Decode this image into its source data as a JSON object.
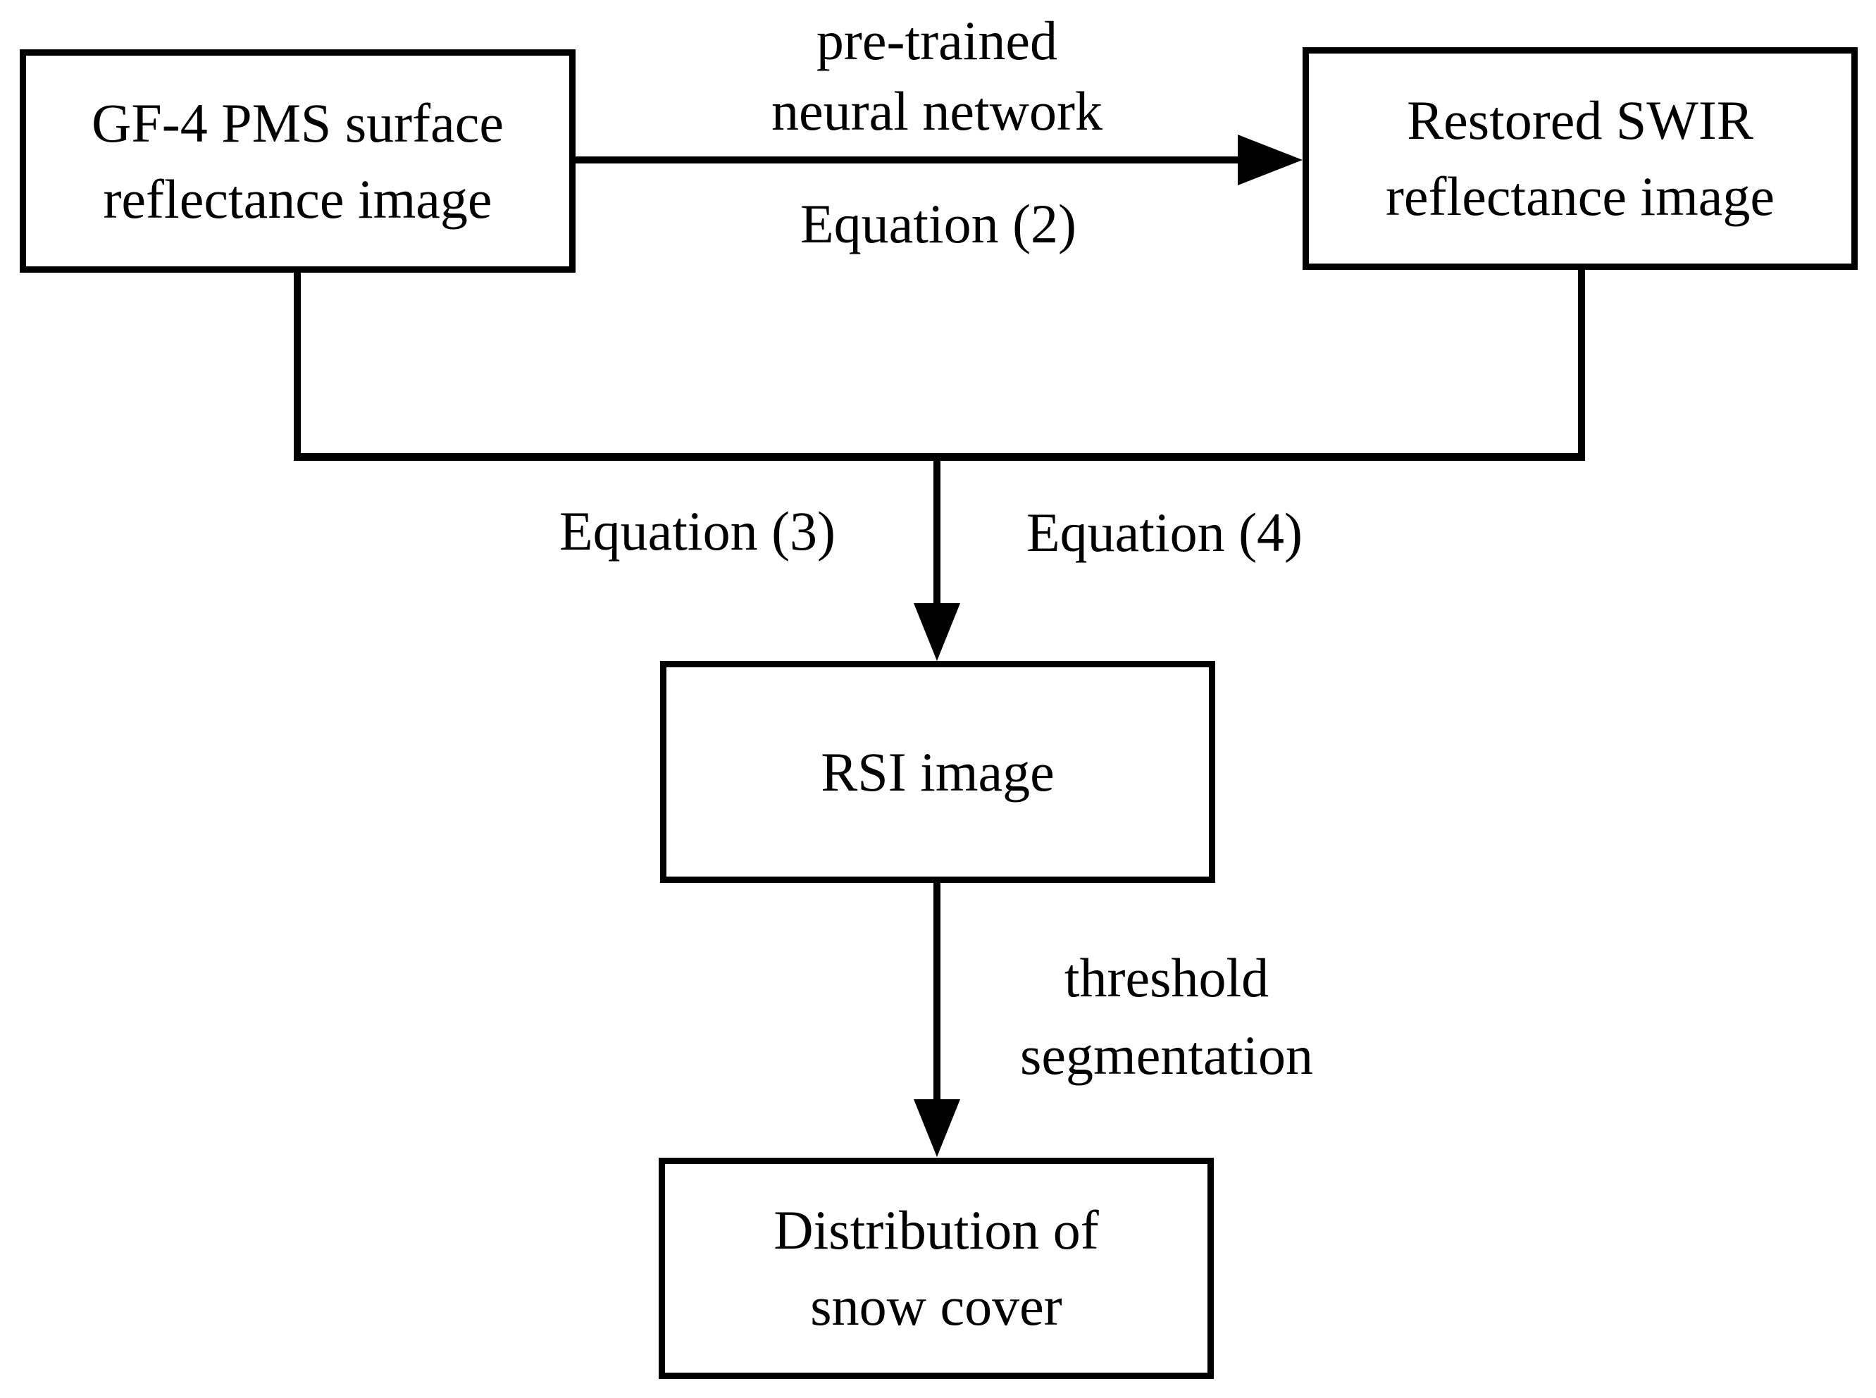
{
  "diagram": {
    "background_color": "#ffffff",
    "line_color": "#000000",
    "nodes": {
      "source": {
        "line1": "GF-4 PMS surface",
        "line2": "reflectance image"
      },
      "restored": {
        "line1": "Restored SWIR",
        "line2": "reflectance image"
      },
      "rsi": {
        "line1": "RSI image"
      },
      "distribution": {
        "line1": "Distribution of",
        "line2": "snow cover"
      }
    },
    "labels": {
      "pretrained_line1": "pre-trained",
      "pretrained_line2": "neural network",
      "equation2": "Equation (2)",
      "equation3": "Equation (3)",
      "equation4": "Equation (4)",
      "threshold_line1": "threshold",
      "threshold_line2": "segmentation"
    }
  }
}
